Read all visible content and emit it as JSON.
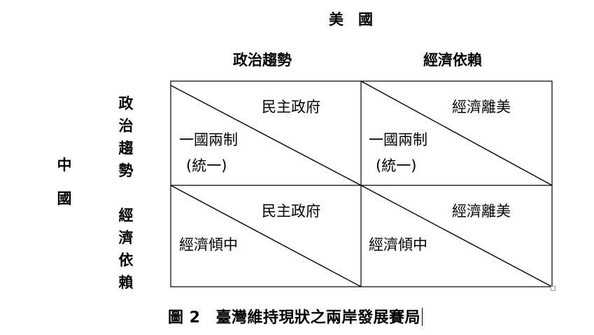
{
  "top_header": "美　國",
  "column_headers": [
    "政治趨勢",
    "經濟依賴"
  ],
  "left_header": "中國",
  "row_headers": [
    "政治趨勢",
    "經濟依賴"
  ],
  "cells": [
    {
      "upper": "民主政府",
      "lower_line1": "一國兩制",
      "lower_line2": "(統一)"
    },
    {
      "upper": "經濟離美",
      "lower_line1": "一國兩制",
      "lower_line2": "(統一)"
    },
    {
      "upper": "民主政府",
      "lower_line1": "經濟傾中",
      "lower_line2": ""
    },
    {
      "upper": "經濟離美",
      "lower_line1": "經濟傾中",
      "lower_line2": ""
    }
  ],
  "caption_label": "圖 2",
  "caption_text": "臺灣維持現狀之兩岸發展賽局",
  "colors": {
    "line": "#000000",
    "handle": "#7aa7d6"
  }
}
